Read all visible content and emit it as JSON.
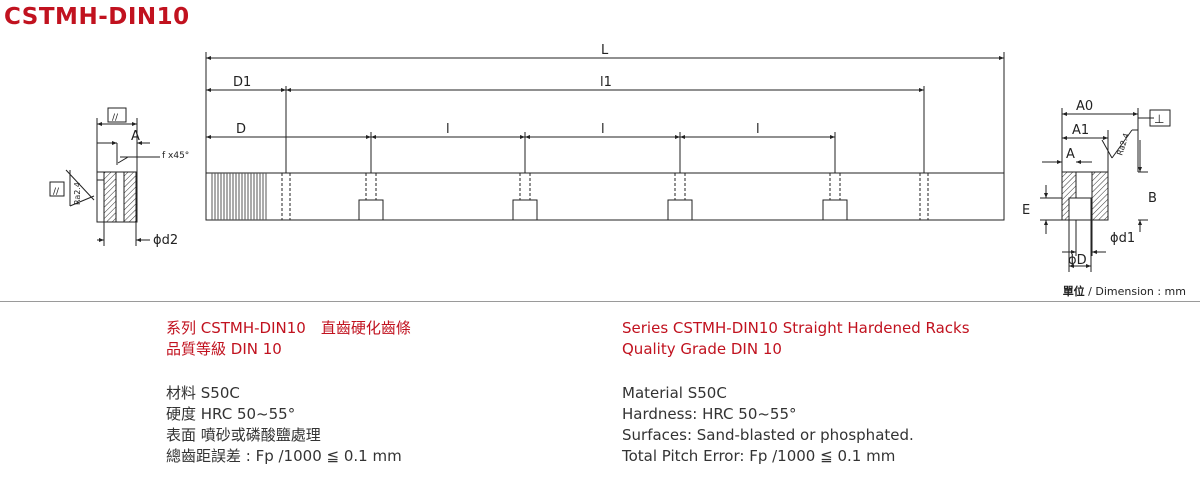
{
  "title": "CSTMH-DIN10",
  "unit_label": {
    "prefix": "單位",
    "text": " / Dimension : mm"
  },
  "drawing_labels": {
    "L": "L",
    "D1": "D1",
    "l1": "l1",
    "D": "D",
    "l": "l",
    "A": "A",
    "A0": "A0",
    "A1": "A1",
    "B": "B",
    "E": "E",
    "chamfer": "f x45°",
    "d2": "ϕd2",
    "d1": "ϕd1",
    "phiD": "ϕD",
    "roughness": "Ra2.4",
    "parallel_symbol": "//",
    "perpendicular_symbol": "⊥"
  },
  "chinese": {
    "series": "系列 CSTMH-DIN10　直齒硬化齒條",
    "grade": "品質等級 DIN 10",
    "material": "材料 S50C",
    "hardness": "硬度 HRC 50~55°",
    "surface": "表面 噴砂或磷酸鹽處理",
    "pitch_error": "總齒距誤差 : Fp /1000 ≦ 0.1 mm"
  },
  "english": {
    "series": "Series CSTMH-DIN10  Straight Hardened Racks",
    "grade": "Quality Grade DIN 10",
    "material": "Material S50C",
    "hardness": "Hardness: HRC 50~55°",
    "surface": "Surfaces: Sand-blasted or phosphated.",
    "pitch_error": "Total Pitch Error: Fp /1000 ≦ 0.1 mm"
  }
}
